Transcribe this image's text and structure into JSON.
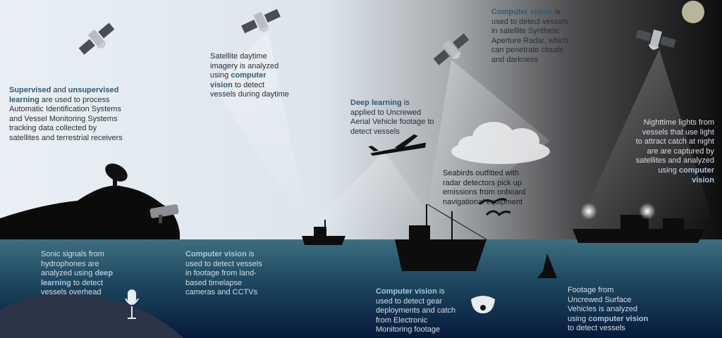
{
  "colors": {
    "highlight_dark": "#2f5a74",
    "highlight_light": "#a9c6df",
    "sky_day": "#e9eff5",
    "sky_night": "#0e0e0f",
    "sea_top": "#3d6f80",
    "sea_bottom": "#071a3c"
  },
  "icons": [
    "satellite-icon",
    "drone-icon",
    "antenna-icon",
    "cctv-camera-icon",
    "microphone-icon",
    "dome-camera-icon",
    "seabird-icon",
    "boat-icon",
    "moon-icon",
    "cloud-icon",
    "usv-icon"
  ],
  "annotations": {
    "supervised": {
      "h1": "Supervised",
      "t1": " and ",
      "h2": "unsupervised learning",
      "t2": " are used to process Automatic Identification Systems and Vessel Monitoring Systems tracking data collected by satellites and terrestrial receivers"
    },
    "daytime": {
      "t1": "Satellite daytime imagery is analyzed using ",
      "h1": "computer vision",
      "t2": " to detect vessels during daytime"
    },
    "sar": {
      "h1": "Computer vision",
      "t1": " is used to detect vessels in satellite Synthetic Aperture Radar, which can penetrate clouds and darkness"
    },
    "uav": {
      "h1": "Deep learning",
      "t1": " is applied to Uncrewed Aerial Vehicle footage to detect vessels"
    },
    "nighttime": {
      "t1": "Nighttime lights from vessels that use light to attract catch at night are are captured by satellites and analyzed using ",
      "h1": "computer vision"
    },
    "seabirds": {
      "t1": "Seabirds outfitted with radar detectors pick up emissions from onboard navigational equipment"
    },
    "sonic": {
      "t1": "Sonic signals from hydrophones are analyzed using ",
      "h1": "deep learning",
      "t2": " to detect vessels overhead"
    },
    "cctv": {
      "h1": "Computer vision",
      "t1": " is used to detect vessels in footage from land-based timelapse cameras and CCTVs"
    },
    "em": {
      "h1": "Computer vision",
      "t1": " is used to detect gear deployments and catch from Electronic Monitoring footage"
    },
    "usv": {
      "t1": "Footage from Uncrewed Surface Vehicles is analyzed using ",
      "h1": "computer vision",
      "t2": " to detect vessels"
    }
  }
}
